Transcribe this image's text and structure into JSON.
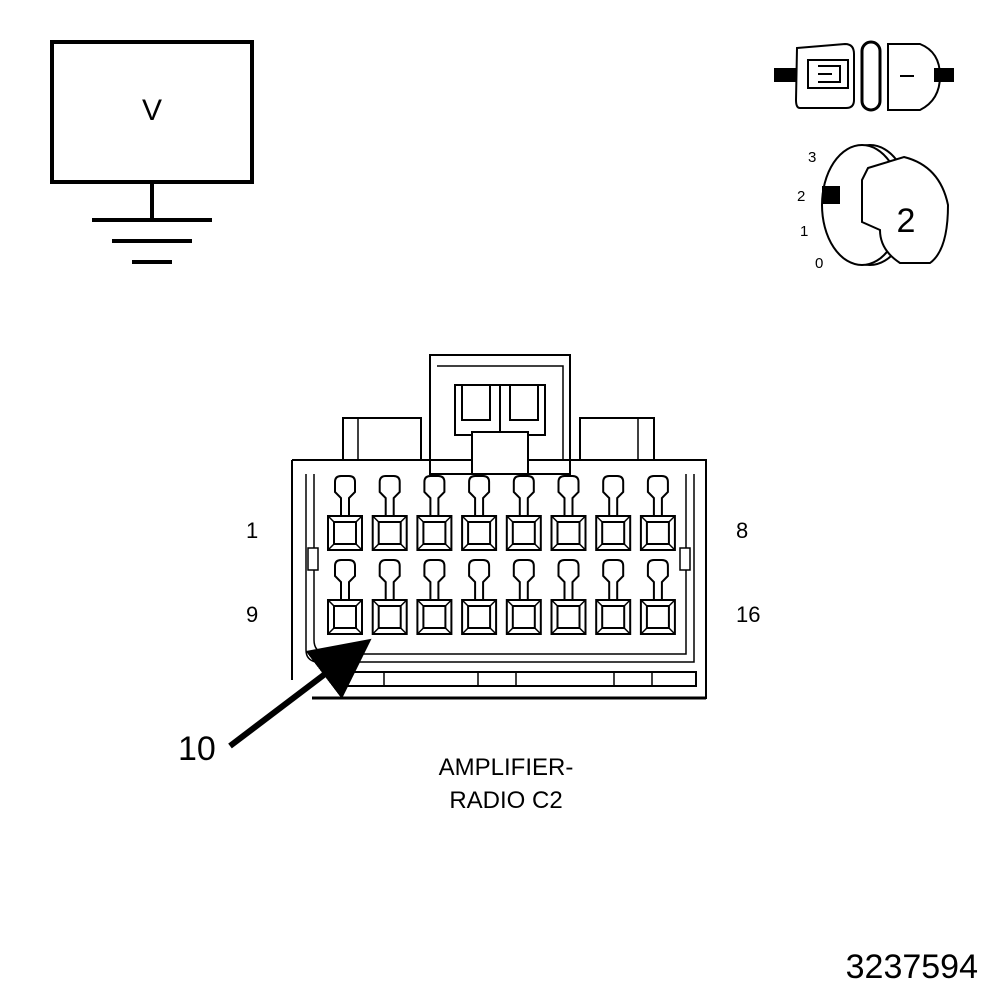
{
  "voltmeter": {
    "symbol": "V"
  },
  "ignition_switch": {
    "positions": [
      "3",
      "2",
      "1",
      "0"
    ],
    "key_position": "2"
  },
  "connector": {
    "title_line1": "AMPLIFIER-",
    "title_line2": "RADIO C2",
    "pin_labels": {
      "top_left": "1",
      "top_right": "8",
      "bottom_left": "9",
      "bottom_right": "16"
    },
    "highlighted_pin": "10",
    "columns": 8,
    "rows": 2
  },
  "figure_id": "3237594"
}
